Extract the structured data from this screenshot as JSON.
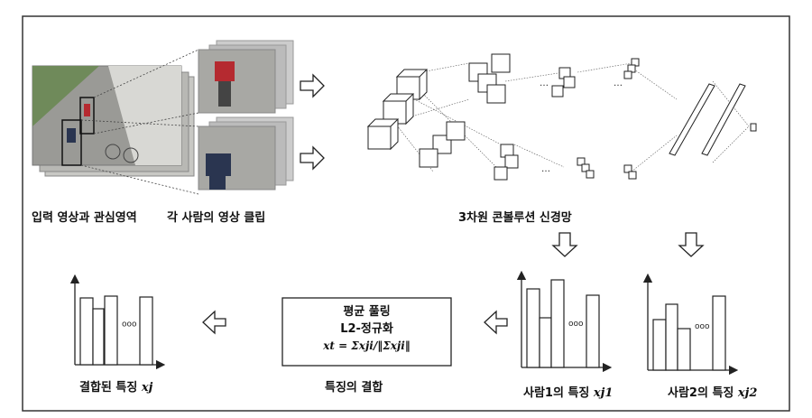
{
  "labels": {
    "input_video": "입력 영상과 관심영역",
    "clips": "각 사람의 영상 클립",
    "cnn": "3차원 콘볼루션 신경망",
    "combined_feature": "결합된 특징",
    "combined_var": "xj",
    "fusion": "특징의 결합",
    "person1": "사람1의 특징",
    "person1_var": "xj1",
    "person2": "사람2의 특징",
    "person2_var": "xj2"
  },
  "fusion_box": {
    "line1": "평균 풀링",
    "line2": "L2-정규화",
    "formula": "xt = Σxji/‖Σxji‖"
  },
  "ellipsis": "ooo",
  "colors": {
    "line": "#222222",
    "video_bg": "#9a9a96",
    "person_red": "#b52a30",
    "person_blue": "#2a3550"
  }
}
